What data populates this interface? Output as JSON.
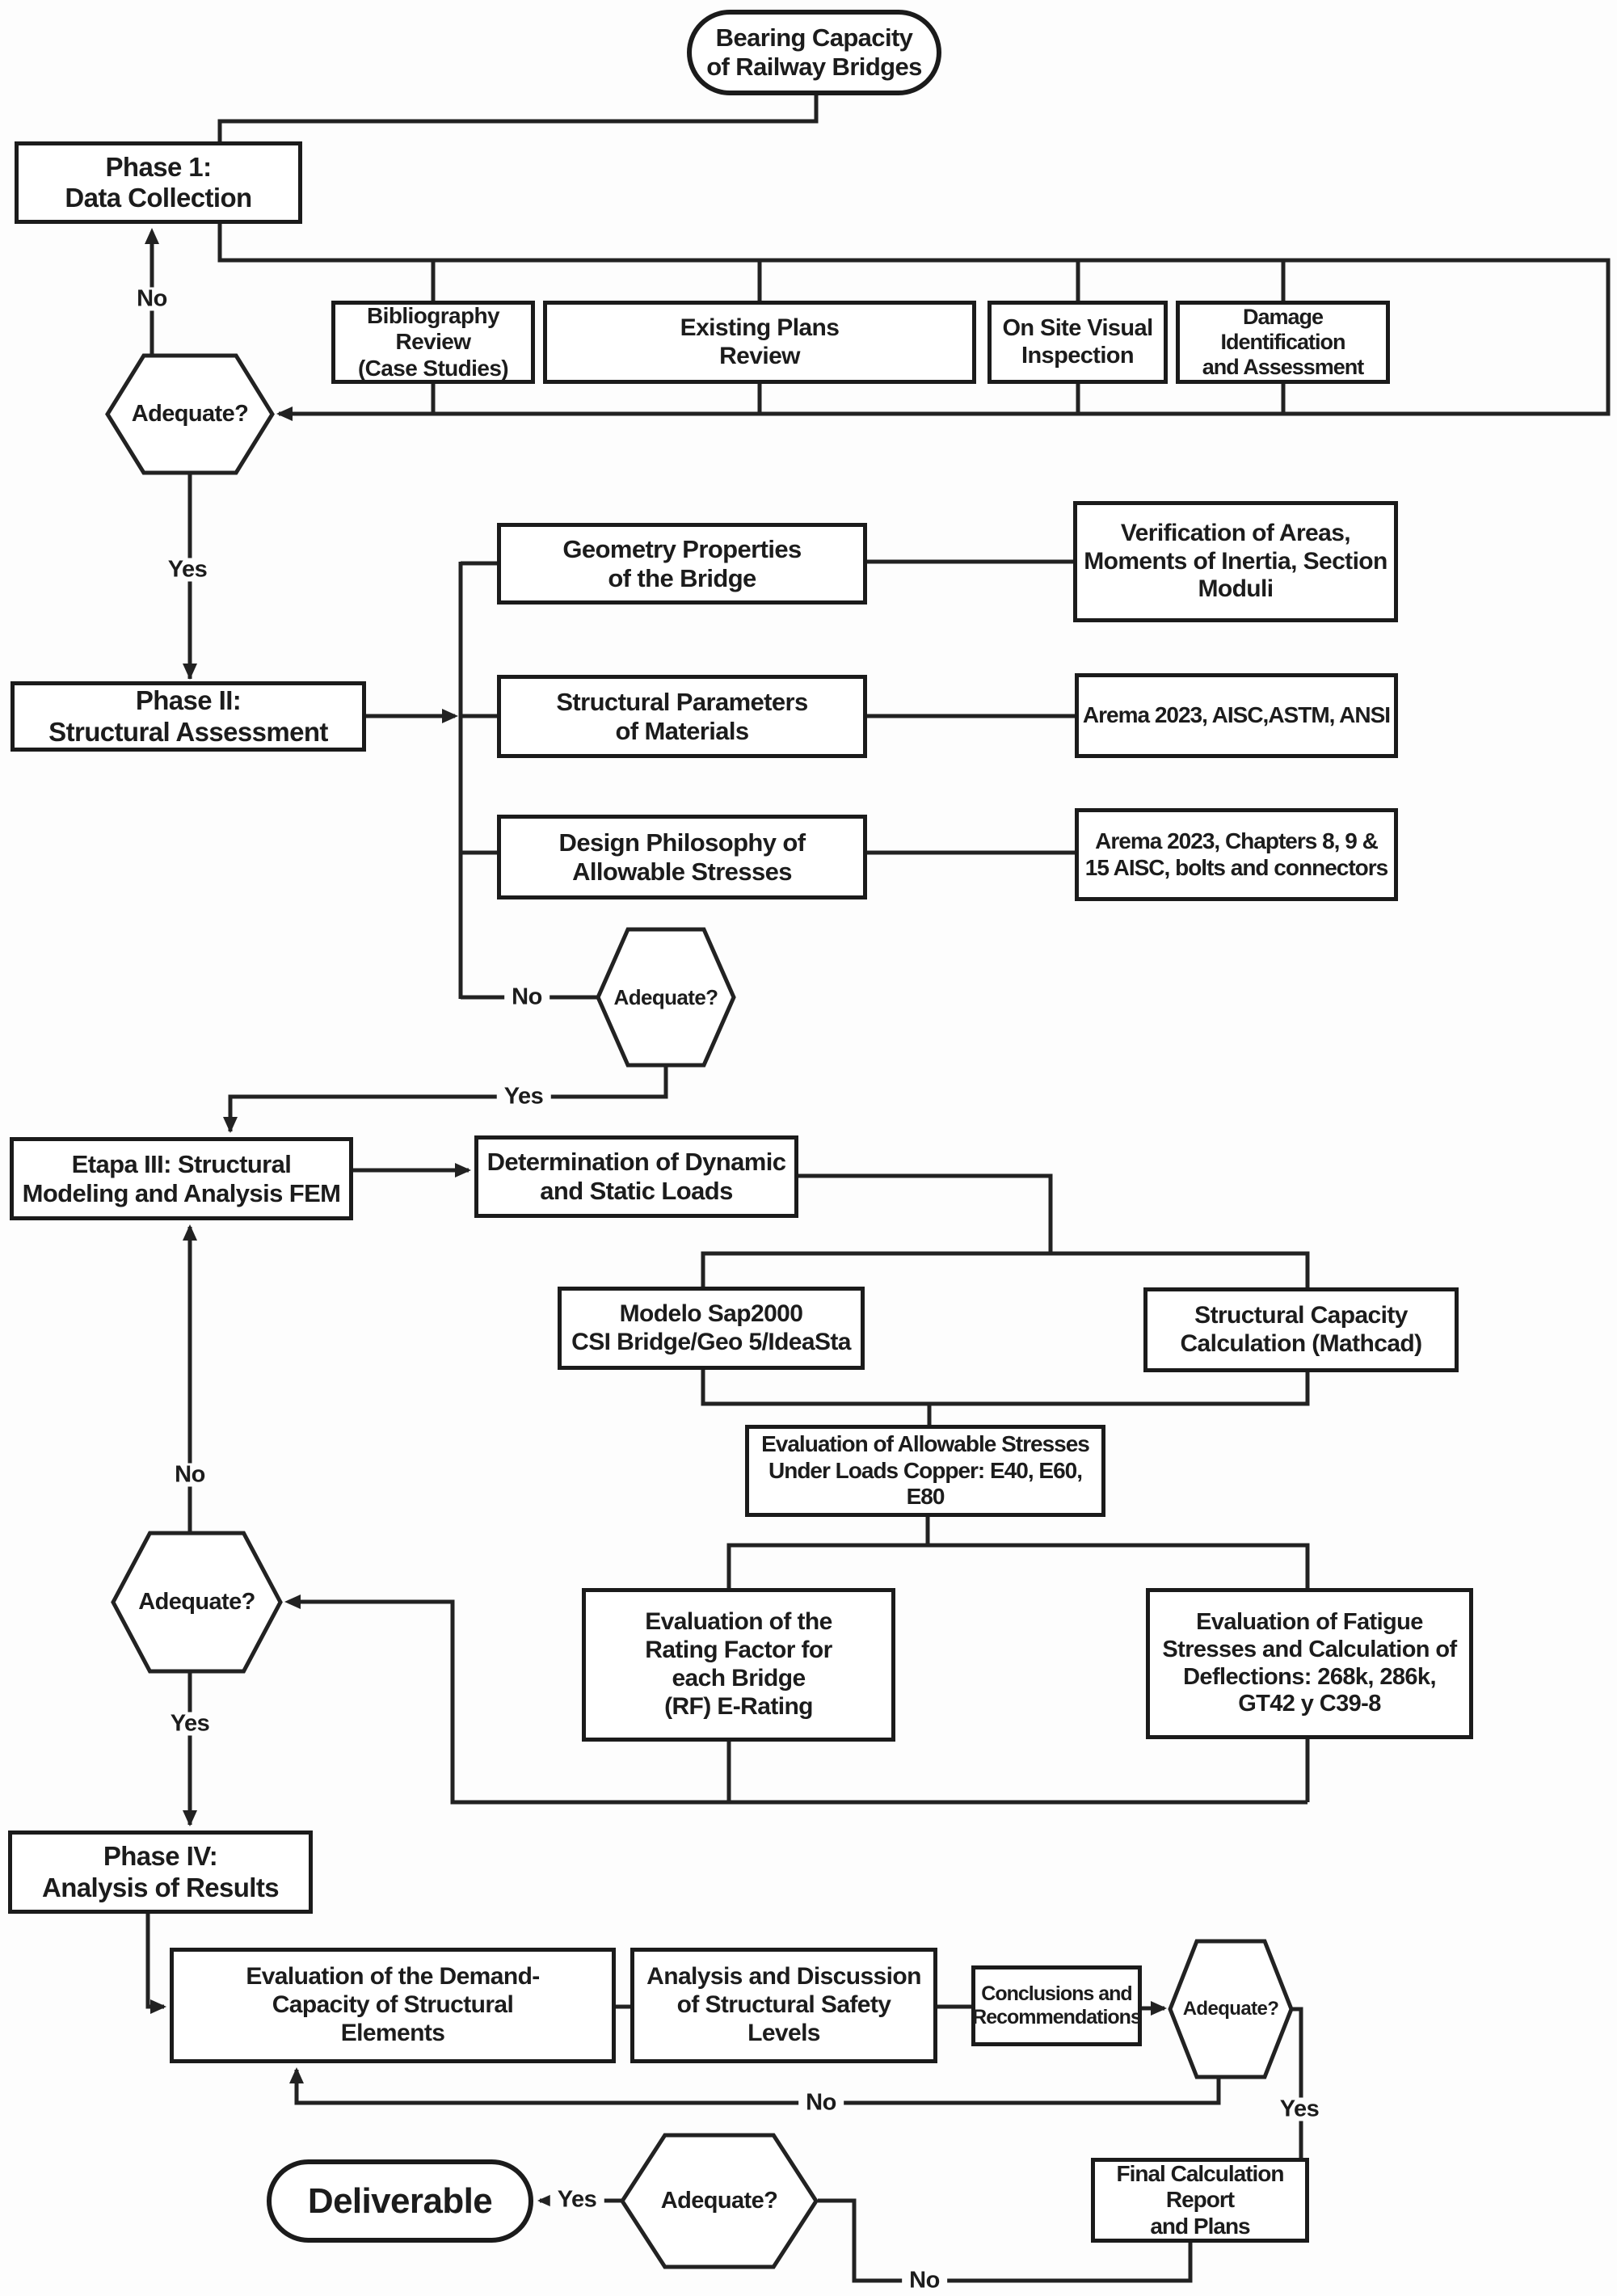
{
  "nodes": {
    "start": {
      "label": "Bearing Capacity\nof Railway Bridges"
    },
    "phase1": {
      "label": "Phase 1:\nData Collection"
    },
    "bibliography": {
      "label": "Bibliography Review\n(Case Studies)"
    },
    "plans": {
      "label": "Existing Plans\nReview"
    },
    "inspection": {
      "label": "On Site Visual\nInspection"
    },
    "damage": {
      "label": "Damage Identification\nand Assessment"
    },
    "adequate1": {
      "label": "Adequate?"
    },
    "phase2": {
      "label": "Phase II:\nStructural Assessment"
    },
    "geometry": {
      "label": "Geometry Properties\nof the Bridge"
    },
    "verification": {
      "label": "Verification of Areas,\nMoments of Inertia, Section\nModuli"
    },
    "materials": {
      "label": "Structural Parameters\nof Materials"
    },
    "arema": {
      "label": "Arema 2023, AISC,ASTM, ANSI"
    },
    "philosophy": {
      "label": "Design Philosophy of\nAllowable Stresses"
    },
    "chapters": {
      "label": "Arema 2023, Chapters 8, 9  &\n15 AISC, bolts and connectors"
    },
    "adequate2": {
      "label": "Adequate?"
    },
    "etapa3": {
      "label": "Etapa III: Structural\nModeling and Analysis FEM"
    },
    "loads": {
      "label": "Determination of Dynamic\nand Static Loads"
    },
    "sap2000": {
      "label": "Modelo Sap2000\nCSI Bridge/Geo 5/IdeaSta"
    },
    "mathcad": {
      "label": "Structural Capacity\nCalculation (Mathcad)"
    },
    "allowable": {
      "label": "Evaluation of Allowable Stresses\nUnder Loads Copper: E40, E60, E80"
    },
    "rating": {
      "label": "Evaluation of the\nRating Factor for\neach Bridge\n(RF) E-Rating"
    },
    "fatigue": {
      "label": "Evaluation of Fatigue\nStresses and Calculation of\nDeflections: 268k, 286k,\nGT42 y C39-8"
    },
    "adequate3": {
      "label": "Adequate?"
    },
    "phase4": {
      "label": "Phase IV:\nAnalysis of Results"
    },
    "demand": {
      "label": "Evaluation of the Demand-\nCapacity of Structural\nElements"
    },
    "safety": {
      "label": "Analysis and Discussion\nof Structural Safety\nLevels"
    },
    "conclusions": {
      "label": "Conclusions and\nRecommendations"
    },
    "adequate4": {
      "label": "Adequate?"
    },
    "report": {
      "label": "Final Calculation Report\nand Plans"
    },
    "adequate5": {
      "label": "Adequate?"
    },
    "deliverable": {
      "label": "Deliverable"
    }
  },
  "edge_labels": {
    "no1": "No",
    "yes1": "Yes",
    "no2": "No",
    "yes2": "Yes",
    "no3": "No",
    "yes3": "Yes",
    "no4": "No",
    "yes4": "Yes",
    "no5": "No",
    "yes5": "Yes"
  },
  "colors": {
    "line": "#222222",
    "border": "#1b1b1b",
    "text": "#1c1c1c",
    "background": "#fdfdfd"
  }
}
